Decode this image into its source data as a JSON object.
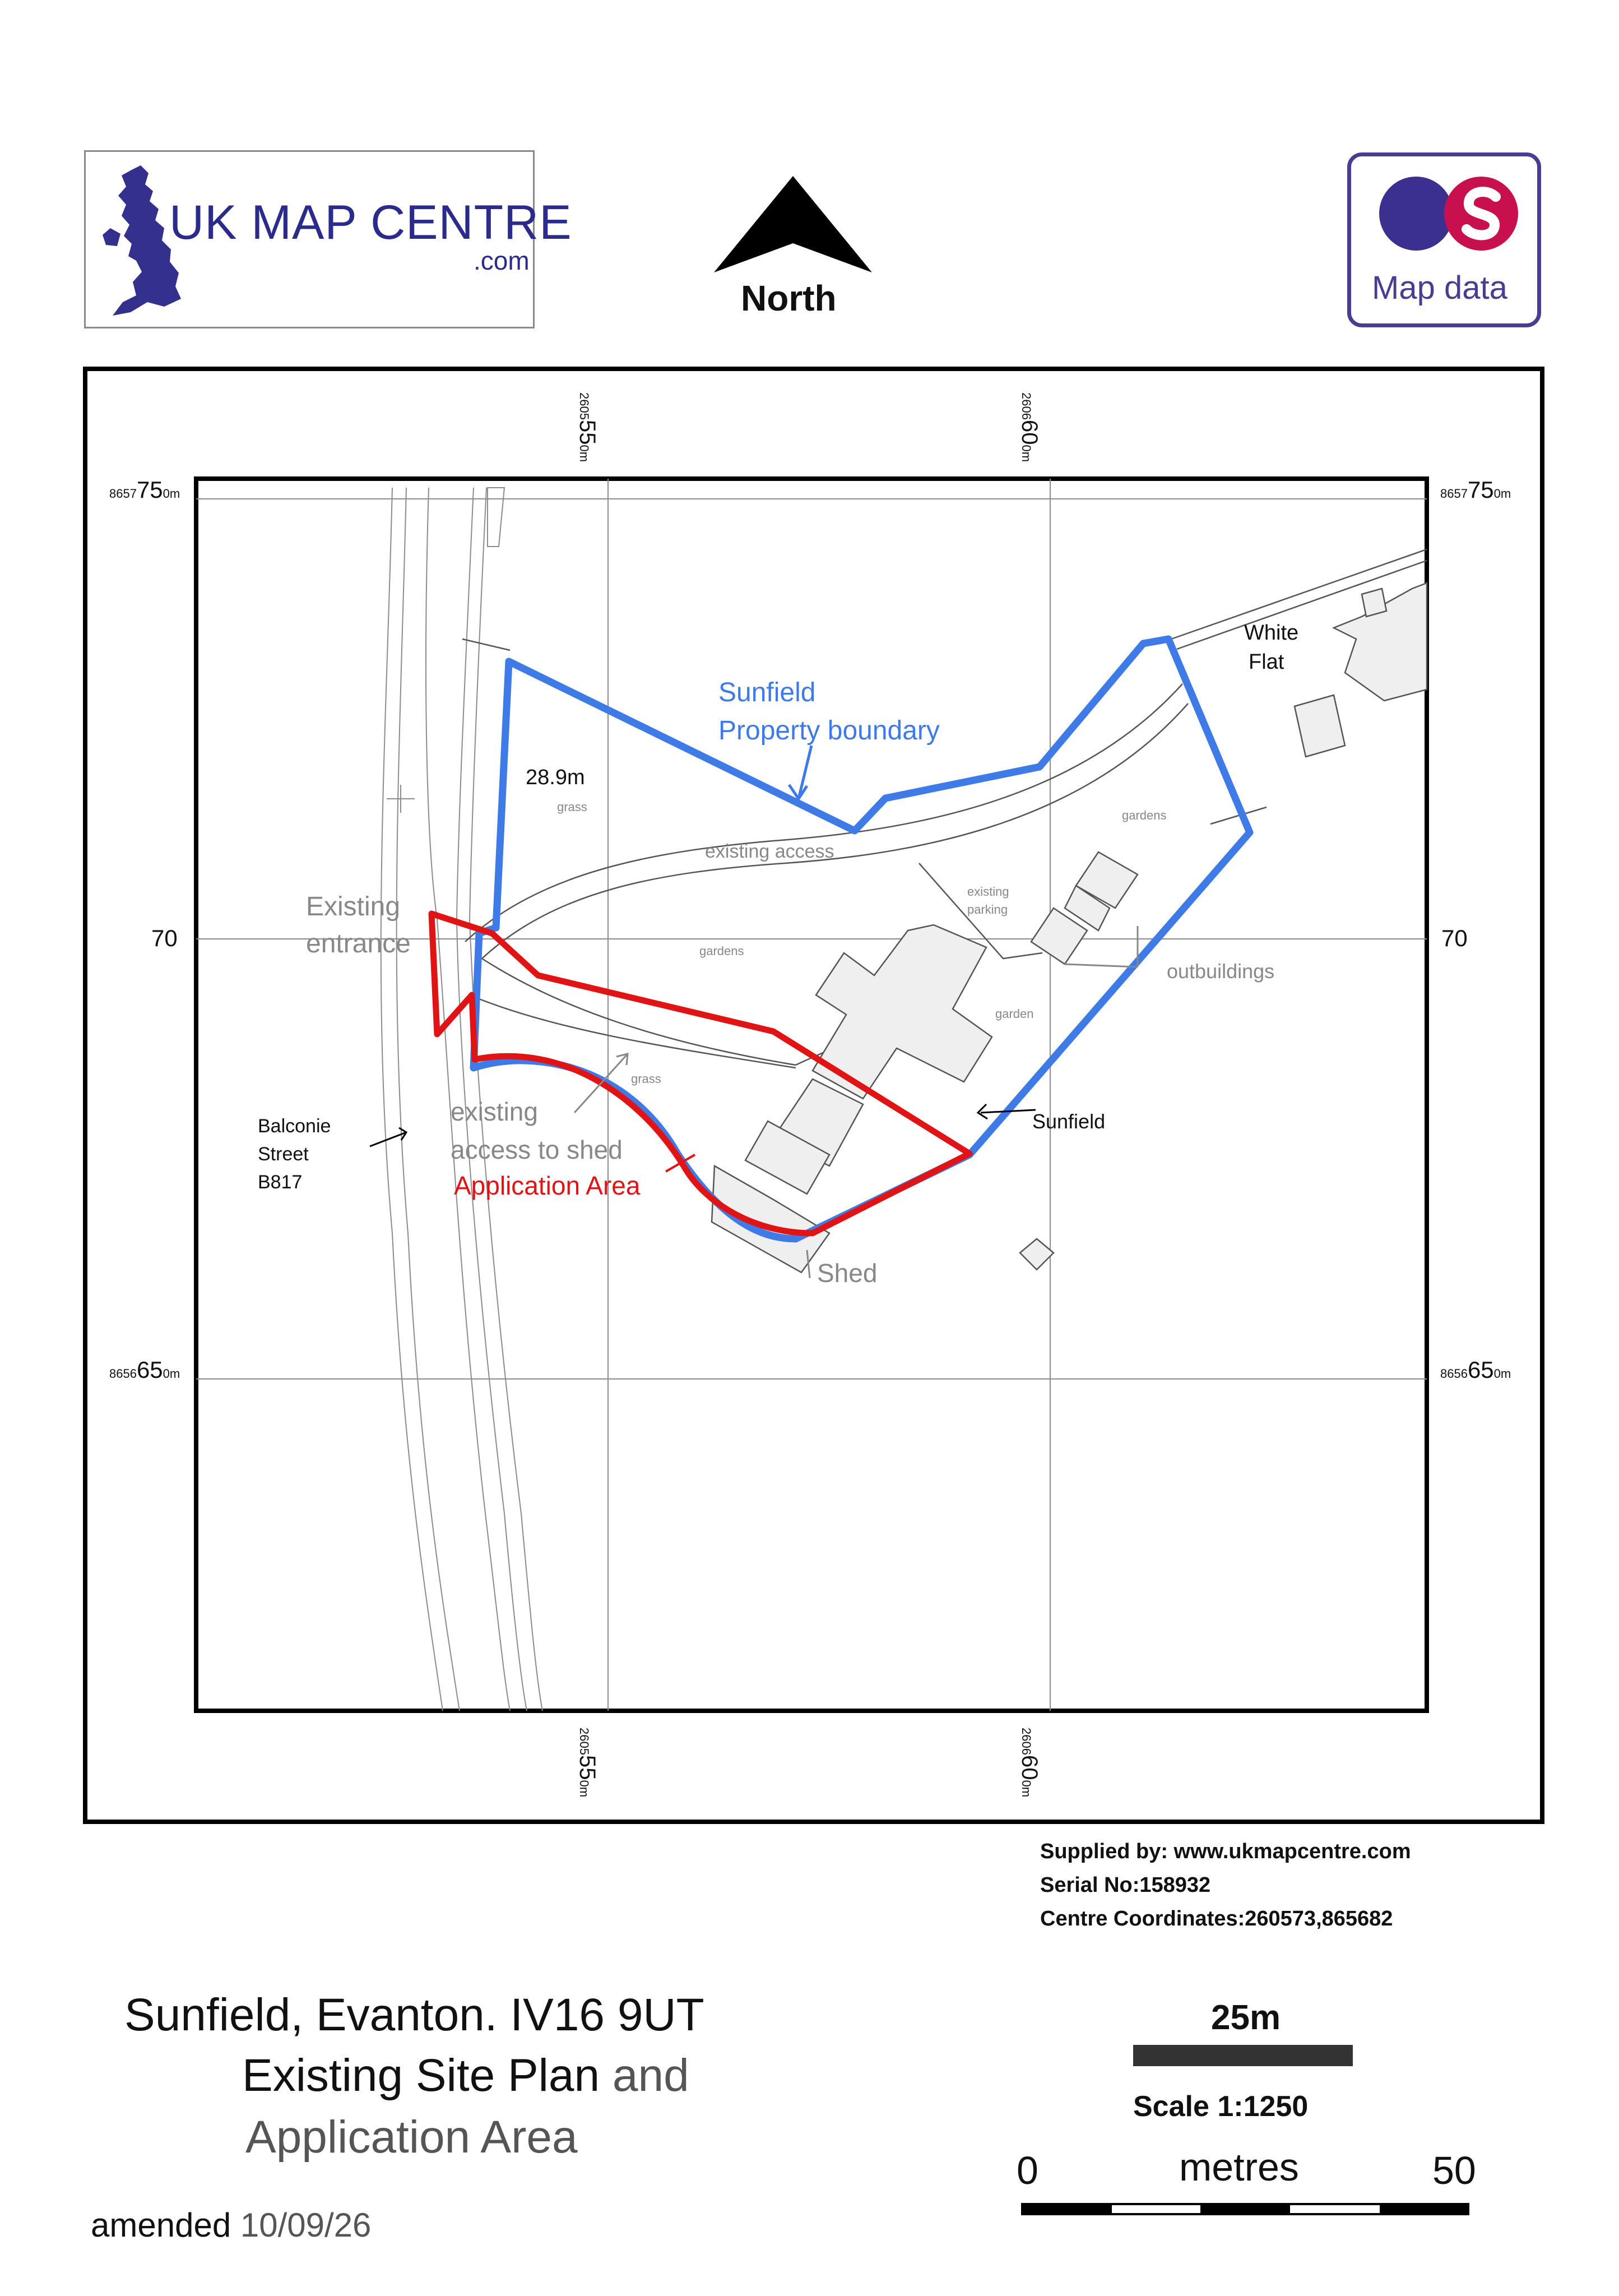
{
  "logo": {
    "title": "UK MAP CENTRE",
    "sub": ".com"
  },
  "north": {
    "label": "North"
  },
  "os_logo": {
    "text": "Map data",
    "colors": {
      "left": "#3b2f8f",
      "right": "#c8104f"
    }
  },
  "grid": {
    "easting_top_55": {
      "prefix": "2605",
      "big": "55",
      "suffix": "0m"
    },
    "easting_top_60": {
      "prefix": "2606",
      "big": "60",
      "suffix": "0m"
    },
    "northing_75": {
      "prefix": "8657",
      "big": "75",
      "suffix": "0m"
    },
    "northing_70": "70",
    "northing_65": {
      "prefix": "8656",
      "big": "65",
      "suffix": "0m"
    }
  },
  "map_labels": {
    "white_flat_1": "White",
    "white_flat_2": "Flat",
    "sunfield_boundary_1": "Sunfield",
    "sunfield_boundary_2": "Property boundary",
    "distance": "28.9m",
    "grass_1": "grass",
    "gardens_1": "gardens",
    "existing_access": "existing access",
    "existing_parking_1": "existing",
    "existing_parking_2": "parking",
    "existing_entrance_1": "Existing",
    "existing_entrance_2": "entrance",
    "gardens_2": "gardens",
    "outbuildings": "outbuildings",
    "garden": "garden",
    "grass_2": "grass",
    "sunfield": "Sunfield",
    "balconie_1": "Balconie",
    "balconie_2": "Street",
    "balconie_3": "B817",
    "access_shed_1": "existing",
    "access_shed_2": "access to shed",
    "application_area": "Application Area",
    "shed": "Shed"
  },
  "colors": {
    "boundary_blue": "#3f7be6",
    "application_red": "#e01414",
    "grid_grey": "#8c8c8c"
  },
  "supplied": {
    "line1": "Supplied by: www.ukmapcentre.com",
    "line2": "Serial No:158932",
    "line3": "Centre Coordinates:260573,865682"
  },
  "title": {
    "line1": "Sunfield, Evanton. IV16 9UT",
    "line2": "Existing Site Plan",
    "line2b": "and",
    "line3": "Application Area"
  },
  "scale": {
    "bar_label": "25m",
    "ratio": "Scale 1:1250",
    "zero": "0",
    "unit": "metres",
    "max": "50"
  },
  "amended": {
    "label": "amended",
    "date": "10/09/26"
  }
}
